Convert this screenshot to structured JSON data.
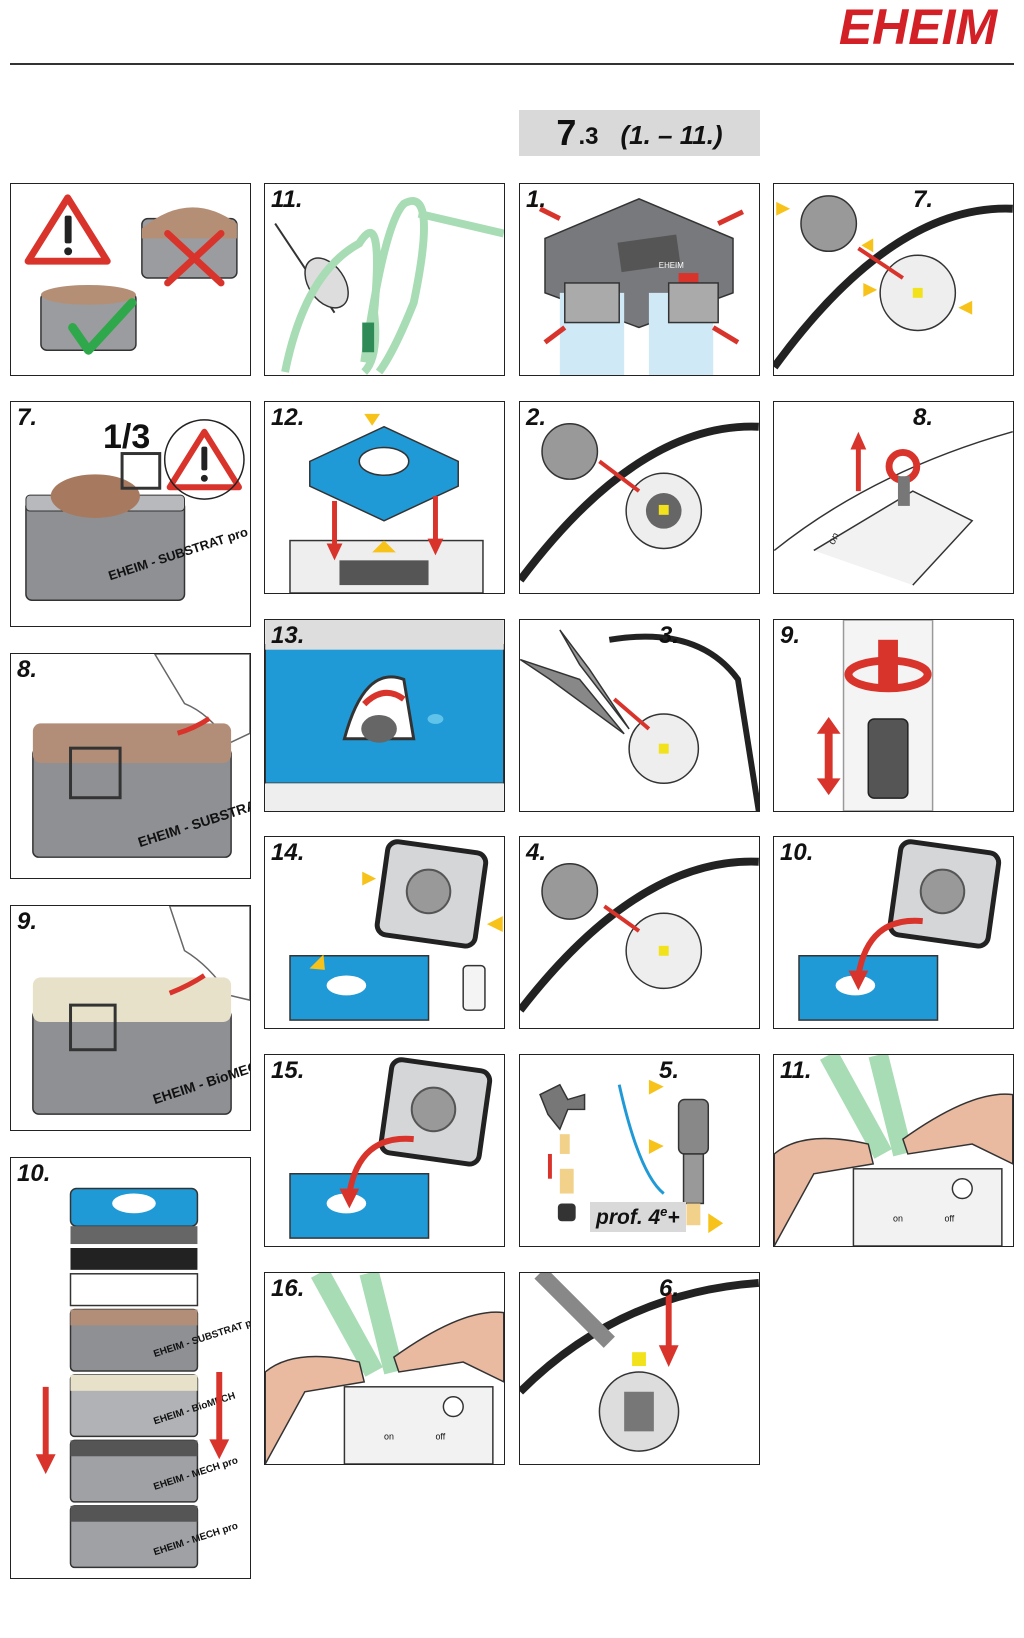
{
  "brand": {
    "logo_text": "EHEIM",
    "color": "#d32027"
  },
  "section": {
    "number": "7",
    "sub": ".3",
    "range": "(1. – 11.)"
  },
  "col1": {
    "p1": {
      "label": ""
    },
    "p7": {
      "label": "7.",
      "fraction": "1/3",
      "bag_text": "EHEIM - SUBSTRAT pro"
    },
    "p8": {
      "label": "8.",
      "bag_text": "EHEIM - SUBSTRAT pro"
    },
    "p9": {
      "label": "9.",
      "bag_text": "EHEIM - BioMECH"
    },
    "p10": {
      "label": "10.",
      "trays": [
        "EHEIM - SUBSTRAT pro",
        "EHEIM - BioMECH",
        "EHEIM - MECH pro",
        "EHEIM - MECH pro"
      ]
    }
  },
  "col2": {
    "p11": {
      "label": "11."
    },
    "p12": {
      "label": "12."
    },
    "p13": {
      "label": "13."
    },
    "p14": {
      "label": "14."
    },
    "p15": {
      "label": "15."
    },
    "p16": {
      "label": "16.",
      "switch_on": "on",
      "switch_off": "off"
    }
  },
  "col3": {
    "p1": {
      "label": "1.",
      "device_text": "EHEIM"
    },
    "p2": {
      "label": "2."
    },
    "p3": {
      "label": "3."
    },
    "p4": {
      "label": "4."
    },
    "p5": {
      "label": "5.",
      "prof_text": "prof. 4",
      "prof_sup": "e",
      "prof_plus": "+"
    },
    "p6": {
      "label": "6."
    }
  },
  "col4": {
    "p7": {
      "label": "7."
    },
    "p8": {
      "label": "8.",
      "switch_on": "on"
    },
    "p9": {
      "label": "9."
    },
    "p10": {
      "label": "10."
    },
    "p11": {
      "label": "11.",
      "switch_on": "on",
      "switch_off": "off"
    }
  },
  "colors": {
    "arrow_red": "#d9342b",
    "arrow_yellow": "#f7c21a",
    "blue": "#1f9ad6",
    "green": "#2ea84a",
    "tube": "#a8dcb4",
    "gray": "#7b7d80"
  }
}
